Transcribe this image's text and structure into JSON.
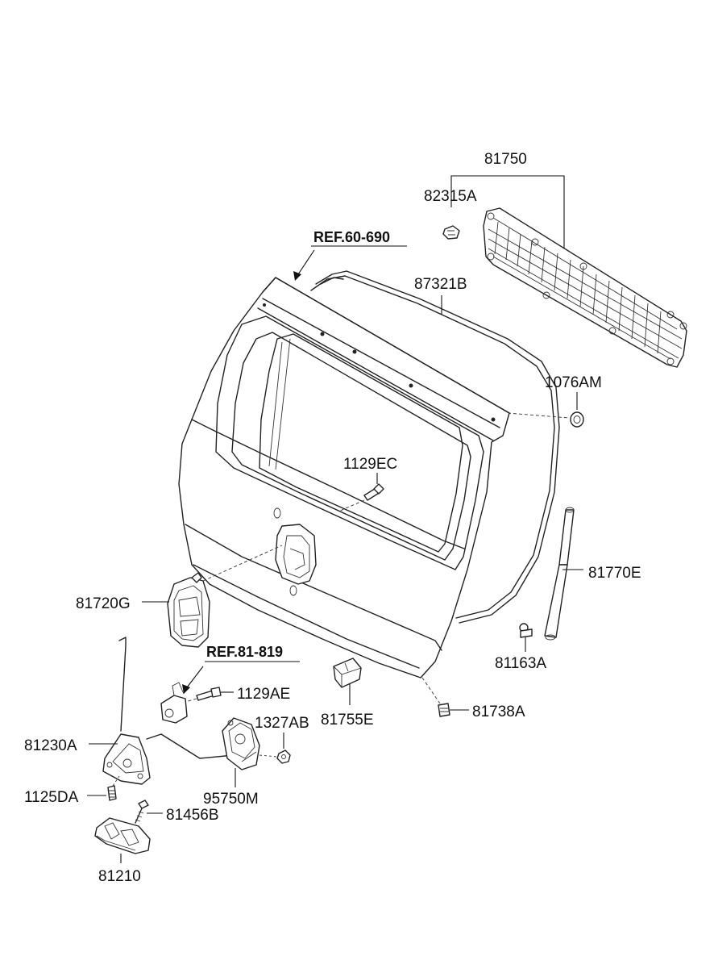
{
  "references": {
    "ref_60_690": "REF.60-690",
    "ref_81_819": "REF.81-819"
  },
  "part_labels": {
    "p81750": "81750",
    "p82315A": "82315A",
    "p87321B": "87321B",
    "p1076AM": "1076AM",
    "p1129EC": "1129EC",
    "p81770E": "81770E",
    "p81720G": "81720G",
    "p81163A": "81163A",
    "p1129AE": "1129AE",
    "p1327AB": "1327AB",
    "p81755E": "81755E",
    "p81738A": "81738A",
    "p81230A": "81230A",
    "p1125DA": "1125DA",
    "p95750M": "95750M",
    "p81456B": "81456B",
    "p81210": "81210"
  }
}
